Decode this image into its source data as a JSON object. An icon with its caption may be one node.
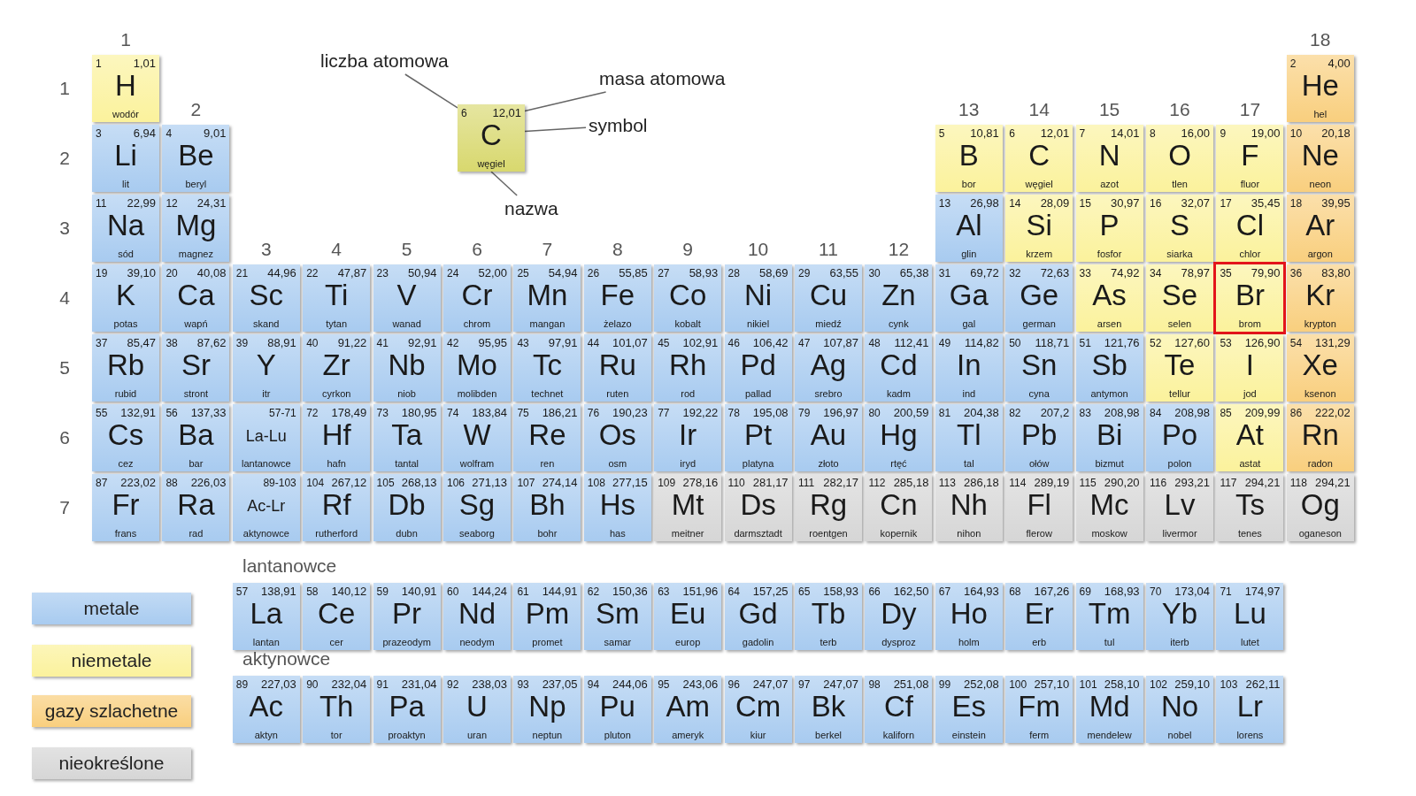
{
  "diagram": {
    "nodes": [
      {
        "text": [
          "6",
          "12,01",
          "C",
          "węgiel"
        ]
      },
      {
        "text": [
          "liczba atomowa"
        ]
      },
      {
        "text": [
          "masa atomowa"
        ]
      },
      {
        "text": [
          "symbol"
        ]
      },
      {
        "text": [
          "nazwa"
        ]
      },
      {
        "text": [
          "1",
          "1,01",
          "H",
          "wodór"
        ]
      },
      {
        "text": [
          "2",
          "4,00",
          "He",
          "hel"
        ]
      },
      {
        "text": [
          "3",
          "6,94",
          "Li",
          "lit"
        ]
      },
      {
        "text": [
          "4",
          "9,01",
          "Be",
          "beryl"
        ]
      },
      {
        "text": [
          "5",
          "10,81",
          "B",
          "bor"
        ]
      },
      {
        "text": [
          "6",
          "12,01",
          "C",
          "węgiel"
        ]
      },
      {
        "text": [
          "7",
          "14,01",
          "N",
          "azot"
        ]
      },
      {
        "text": [
          "8",
          "16,00",
          "O",
          "tlen"
        ]
      },
      {
        "text": [
          "9",
          "19,00",
          "F",
          "fluor"
        ]
      },
      {
        "text": [
          "10",
          "20,18",
          "Ne",
          "neon"
        ]
      },
      {
        "text": [
          "11",
          "22,99",
          "Na",
          "sód"
        ]
      },
      {
        "text": [
          "12",
          "24,31",
          "Mg",
          "magnez"
        ]
      },
      {
        "text": [
          "13",
          "26,98",
          "Al",
          "glin"
        ]
      },
      {
        "text": [
          "14",
          "28,09",
          "Si",
          "krzem"
        ]
      },
      {
        "text": [
          "15",
          "30,97",
          "P",
          "fosfor"
        ]
      },
      {
        "text": [
          "16",
          "32,07",
          "S",
          "siarka"
        ]
      },
      {
        "text": [
          "17",
          "35,45",
          "Cl",
          "chlor"
        ]
      },
      {
        "text": [
          "18",
          "39,95",
          "Ar",
          "argon"
        ]
      },
      {
        "text": [
          "19",
          "39,10",
          "K",
          "potas"
        ]
      },
      {
        "text": [
          "20",
          "40,08",
          "Ca",
          "wapń"
        ]
      },
      {
        "text": [
          "21",
          "44,96",
          "Sc",
          "skand"
        ]
      },
      {
        "text": [
          "22",
          "47,87",
          "Ti",
          "tytan"
        ]
      },
      {
        "text": [
          "23",
          "50,94",
          "V",
          "wanad"
        ]
      },
      {
        "text": [
          "24",
          "52,00",
          "Cr",
          "chrom"
        ]
      },
      {
        "text": [
          "25",
          "54,94",
          "Mn",
          "mangan"
        ]
      },
      {
        "text": [
          "26",
          "55,85",
          "Fe",
          "żelazo"
        ]
      },
      {
        "text": [
          "27",
          "58,93",
          "Co",
          "kobalt"
        ]
      },
      {
        "text": [
          "28",
          "58,69",
          "Ni",
          "nikiel"
        ]
      },
      {
        "text": [
          "29",
          "63,55",
          "Cu",
          "miedź"
        ]
      },
      {
        "text": [
          "30",
          "65,38",
          "Zn",
          "cynk"
        ]
      },
      {
        "text": [
          "31",
          "69,72",
          "Ga",
          "gal"
        ]
      },
      {
        "text": [
          "32",
          "72,63",
          "Ge",
          "german"
        ]
      },
      {
        "text": [
          "33",
          "74,92",
          "As",
          "arsen"
        ]
      },
      {
        "text": [
          "34",
          "78,97",
          "Se",
          "selen"
        ]
      },
      {
        "text": [
          "35",
          "79,90",
          "Br",
          "brom"
        ]
      },
      {
        "text": [
          "36",
          "83,80",
          "Kr",
          "krypton"
        ]
      },
      {
        "text": [
          "37",
          "85,47",
          "Rb",
          "rubid"
        ]
      },
      {
        "text": [
          "38",
          "87,62",
          "Sr",
          "stront"
        ]
      },
      {
        "text": [
          "39",
          "88,91",
          "Y",
          "itr"
        ]
      },
      {
        "text": [
          "40",
          "91,22",
          "Zr",
          "cyrkon"
        ]
      },
      {
        "text": [
          "41",
          "92,91",
          "Nb",
          "niob"
        ]
      },
      {
        "text": [
          "42",
          "95,95",
          "Mo",
          "molibden"
        ]
      },
      {
        "text": [
          "43",
          "97,91",
          "Tc",
          "technet"
        ]
      },
      {
        "text": [
          "44",
          "101,07",
          "Ru",
          "ruten"
        ]
      },
      {
        "text": [
          "45",
          "102,91",
          "Rh",
          "rod"
        ]
      },
      {
        "text": [
          "46",
          "106,42",
          "Pd",
          "pallad"
        ]
      },
      {
        "text": [
          "47",
          "107,87",
          "Ag",
          "srebro"
        ]
      },
      {
        "text": [
          "48",
          "112,41",
          "Cd",
          "kadm"
        ]
      },
      {
        "text": [
          "49",
          "114,82",
          "In",
          "ind"
        ]
      },
      {
        "text": [
          "50",
          "118,71",
          "Sn",
          "cyna"
        ]
      },
      {
        "text": [
          "51",
          "121,76",
          "Sb",
          "antymon"
        ]
      },
      {
        "text": [
          "52",
          "127,60",
          "Te",
          "tellur"
        ]
      },
      {
        "text": [
          "53",
          "126,90",
          "I",
          "jod"
        ]
      },
      {
        "text": [
          "54",
          "131,29",
          "Xe",
          "ksenon"
        ]
      },
      {
        "text": [
          "55",
          "132,91",
          "Cs",
          "cez"
        ]
      },
      {
        "text": [
          "56",
          "137,33",
          "Ba",
          "bar"
        ]
      },
      {
        "text": [
          "57-71",
          "La-Lu",
          "lantanowce"
        ]
      },
      {
        "text": [
          "72",
          "178,49",
          "Hf",
          "hafn"
        ]
      },
      {
        "text": [
          "73",
          "180,95",
          "Ta",
          "tantal"
        ]
      },
      {
        "text": [
          "74",
          "183,84",
          "W",
          "wolfram"
        ]
      },
      {
        "text": [
          "75",
          "186,21",
          "Re",
          "ren"
        ]
      },
      {
        "text": [
          "76",
          "190,23",
          "Os",
          "osm"
        ]
      },
      {
        "text": [
          "77",
          "192,22",
          "Ir",
          "iryd"
        ]
      },
      {
        "text": [
          "78",
          "195,08",
          "Pt",
          "platyna"
        ]
      },
      {
        "text": [
          "79",
          "196,97",
          "Au",
          "złoto"
        ]
      },
      {
        "text": [
          "80",
          "200,59",
          "Hg",
          "rtęć"
        ]
      },
      {
        "text": [
          "81",
          "204,38",
          "Tl",
          "tal"
        ]
      },
      {
        "text": [
          "82",
          "207,2",
          "Pb",
          "ołów"
        ]
      },
      {
        "text": [
          "83",
          "208,98",
          "Bi",
          "bizmut"
        ]
      },
      {
        "text": [
          "84",
          "208,98",
          "Po",
          "polon"
        ]
      },
      {
        "text": [
          "85",
          "209,99",
          "At",
          "astat"
        ]
      },
      {
        "text": [
          "86",
          "222,02",
          "Rn",
          "radon"
        ]
      },
      {
        "text": [
          "87",
          "223,02",
          "Fr",
          "frans"
        ]
      },
      {
        "text": [
          "88",
          "226,03",
          "Ra",
          "rad"
        ]
      },
      {
        "text": [
          "89-103",
          "Ac-Lr",
          "aktynowce"
        ]
      },
      {
        "text": [
          "104",
          "267,12",
          "Rf",
          "rutherford"
        ]
      },
      {
        "text": [
          "105",
          "268,13",
          "Db",
          "dubn"
        ]
      },
      {
        "text": [
          "106",
          "271,13",
          "Sg",
          "seaborg"
        ]
      },
      {
        "text": [
          "107",
          "274,14",
          "Bh",
          "bohr"
        ]
      },
      {
        "text": [
          "108",
          "277,15",
          "Hs",
          "has"
        ]
      },
      {
        "text": [
          "109",
          "278,16",
          "Mt",
          "meitner"
        ]
      },
      {
        "text": [
          "110",
          "281,17",
          "Ds",
          "darmsztadt"
        ]
      },
      {
        "text": [
          "111",
          "282,17",
          "Rg",
          "roentgen"
        ]
      },
      {
        "text": [
          "112",
          "285,18",
          "Cn",
          "kopernik"
        ]
      },
      {
        "text": [
          "113",
          "286,18",
          "Nh",
          "nihon"
        ]
      },
      {
        "text": [
          "114",
          "289,19",
          "Fl",
          "flerow"
        ]
      },
      {
        "text": [
          "115",
          "290,20",
          "Mc",
          "moskow"
        ]
      },
      {
        "text": [
          "116",
          "293,21",
          "Lv",
          "livermor"
        ]
      },
      {
        "text": [
          "117",
          "294,21",
          "Ts",
          "tenes"
        ]
      },
      {
        "text": [
          "118",
          "294,21",
          "Og",
          "oganeson"
        ]
      },
      {
        "text": [
          "57",
          "138,91",
          "La",
          "lantan"
        ]
      },
      {
        "text": [
          "58",
          "140,12",
          "Ce",
          "cer"
        ]
      },
      {
        "text": [
          "59",
          "140,91",
          "Pr",
          "prazeodym"
        ]
      },
      {
        "text": [
          "60",
          "144,24",
          "Nd",
          "neodym"
        ]
      },
      {
        "text": [
          "61",
          "144,91",
          "Pm",
          "promet"
        ]
      },
      {
        "text": [
          "62",
          "150,36",
          "Sm",
          "samar"
        ]
      },
      {
        "text": [
          "63",
          "151,96",
          "Eu",
          "europ"
        ]
      },
      {
        "text": [
          "64",
          "157,25",
          "Gd",
          "gadolin"
        ]
      },
      {
        "text": [
          "65",
          "158,93",
          "Tb",
          "terb"
        ]
      },
      {
        "text": [
          "66",
          "162,50",
          "Dy",
          "dysproz"
        ]
      },
      {
        "text": [
          "67",
          "164,93",
          "Ho",
          "holm"
        ]
      },
      {
        "text": [
          "68",
          "167,26",
          "Er",
          "erb"
        ]
      },
      {
        "text": [
          "69",
          "168,93",
          "Tm",
          "tul"
        ]
      },
      {
        "text": [
          "70",
          "173,04",
          "Yb",
          "iterb"
        ]
      },
      {
        "text": [
          "71",
          "174,97",
          "Lu",
          "lutet"
        ]
      },
      {
        "text": [
          "89",
          "227,03",
          "Ac",
          "aktyn"
        ]
      },
      {
        "text": [
          "90",
          "232,04",
          "Th",
          "tor"
        ]
      },
      {
        "text": [
          "91",
          "231,04",
          "Pa",
          "proaktyn"
        ]
      },
      {
        "text": [
          "92",
          "238,03",
          "U",
          "uran"
        ]
      },
      {
        "text": [
          "93",
          "237,05",
          "Np",
          "neptun"
        ]
      },
      {
        "text": [
          "94",
          "244,06",
          "Pu",
          "pluton"
        ]
      },
      {
        "text": [
          "95",
          "243,06",
          "Am",
          "ameryk"
        ]
      },
      {
        "text": [
          "96",
          "247,07",
          "Cm",
          "kiur"
        ]
      },
      {
        "text": [
          "97",
          "247,07",
          "Bk",
          "berkel"
        ]
      },
      {
        "text": [
          "98",
          "251,08",
          "Cf",
          "kaliforn"
        ]
      },
      {
        "text": [
          "99",
          "252,08",
          "Es",
          "einstein"
        ]
      },
      {
        "text": [
          "100",
          "257,10",
          "Fm",
          "ferm"
        ]
      },
      {
        "text": [
          "101",
          "258,10",
          "Md",
          "mendelew"
        ]
      },
      {
        "text": [
          "102",
          "259,10",
          "No",
          "nobel"
        ]
      },
      {
        "text": [
          "103",
          "262,11",
          "Lr",
          "lorens"
        ]
      }
    ],
    "edges": [
      {
        "from": 1,
        "to": 0,
        "arrow": "none"
      },
      {
        "from": 2,
        "to": 0,
        "arrow": "none"
      },
      {
        "from": 3,
        "to": 0,
        "arrow": "none"
      },
      {
        "from": 4,
        "to": 0,
        "arrow": "none"
      }
    ],
    "labels": [
      "1",
      "18",
      "1",
      "2",
      "13",
      "14",
      "15",
      "16",
      "17",
      "2",
      "3",
      "3",
      "4",
      "5",
      "6",
      "7",
      "8",
      "9",
      "10",
      "11",
      "12",
      "4",
      "5",
      "6",
      "7",
      "lantanowce",
      "aktynowce"
    ],
    "legend": [
      {
        "text": "metale",
        "color": "#a8cbf0"
      },
      {
        "text": "niemetale",
        "color": "#fbf29c"
      },
      {
        "text": "gazy szlachetne",
        "color": "#f9cf7e"
      },
      {
        "text": "nieokreślone",
        "color": "#d6d6d6"
      }
    ]
  }
}
